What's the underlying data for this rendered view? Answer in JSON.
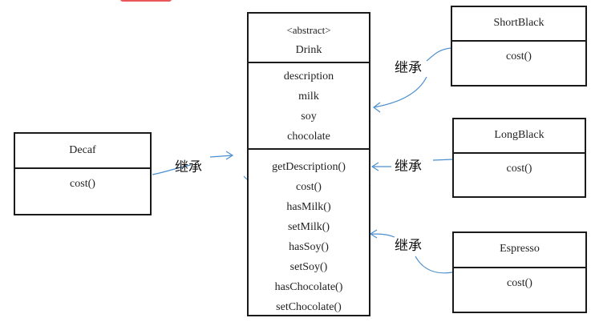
{
  "drink": {
    "stereotype": "<abstract>",
    "name": "Drink",
    "attributes": [
      "description",
      "milk",
      "soy",
      "chocolate"
    ],
    "methods": [
      "getDescription()",
      "cost()",
      "hasMilk()",
      "setMilk()",
      "hasSoy()",
      "setSoy()",
      "hasChocolate()",
      "setChocolate()"
    ]
  },
  "decaf": {
    "name": "Decaf",
    "method": "cost()"
  },
  "short_black": {
    "name": "ShortBlack",
    "method": "cost()"
  },
  "long_black": {
    "name": "LongBlack",
    "method": "cost()"
  },
  "espresso": {
    "name": "Espresso",
    "method": "cost()"
  },
  "relation_labels": {
    "decaf": "继承",
    "short_black": "继承",
    "long_black": "继承",
    "espresso": "继承"
  },
  "colors": {
    "connector": "#4a8fd0",
    "border": "#1a1a1a",
    "scrap": "#e53b3b"
  }
}
